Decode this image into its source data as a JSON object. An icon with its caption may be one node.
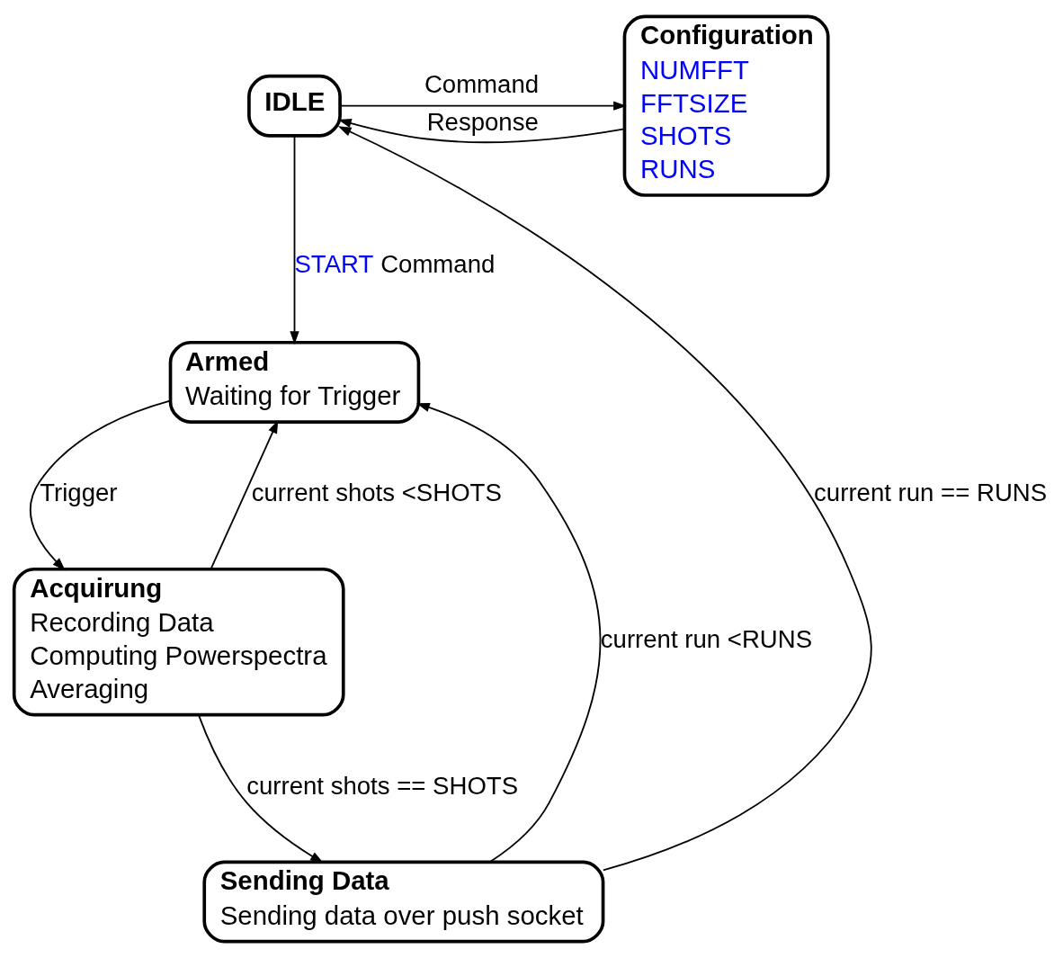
{
  "diagram": {
    "nodes": [
      {
        "text": [
          "IDLE"
        ]
      },
      {
        "text": [
          "Configuration",
          "NUMFFT",
          "FFTSIZE",
          "SHOTS",
          "RUNS"
        ]
      },
      {
        "text": [
          "Armed",
          "Waiting for Trigger"
        ]
      },
      {
        "text": [
          "Acquirung",
          "Recording Data",
          "Computing Powerspectra",
          "Averaging"
        ]
      },
      {
        "text": [
          "Sending Data",
          "Sending data over push socket"
        ]
      }
    ],
    "edges": [
      {
        "from": 0,
        "to": 1,
        "arrow": "to",
        "label": "Command"
      },
      {
        "from": 1,
        "to": 0,
        "arrow": "to",
        "label": "Response"
      },
      {
        "from": 0,
        "to": 2,
        "arrow": "to",
        "label": "START Command"
      },
      {
        "from": 2,
        "to": 3,
        "arrow": "to",
        "label": "Trigger"
      },
      {
        "from": 3,
        "to": 2,
        "arrow": "to",
        "label": "current shots <SHOTS"
      },
      {
        "from": 3,
        "to": 4,
        "arrow": "to",
        "label": "current shots == SHOTS"
      },
      {
        "from": 4,
        "to": 2,
        "arrow": "to",
        "label": "current run <RUNS"
      },
      {
        "from": 4,
        "to": 0,
        "arrow": "to",
        "label": "current run == RUNS"
      }
    ]
  }
}
